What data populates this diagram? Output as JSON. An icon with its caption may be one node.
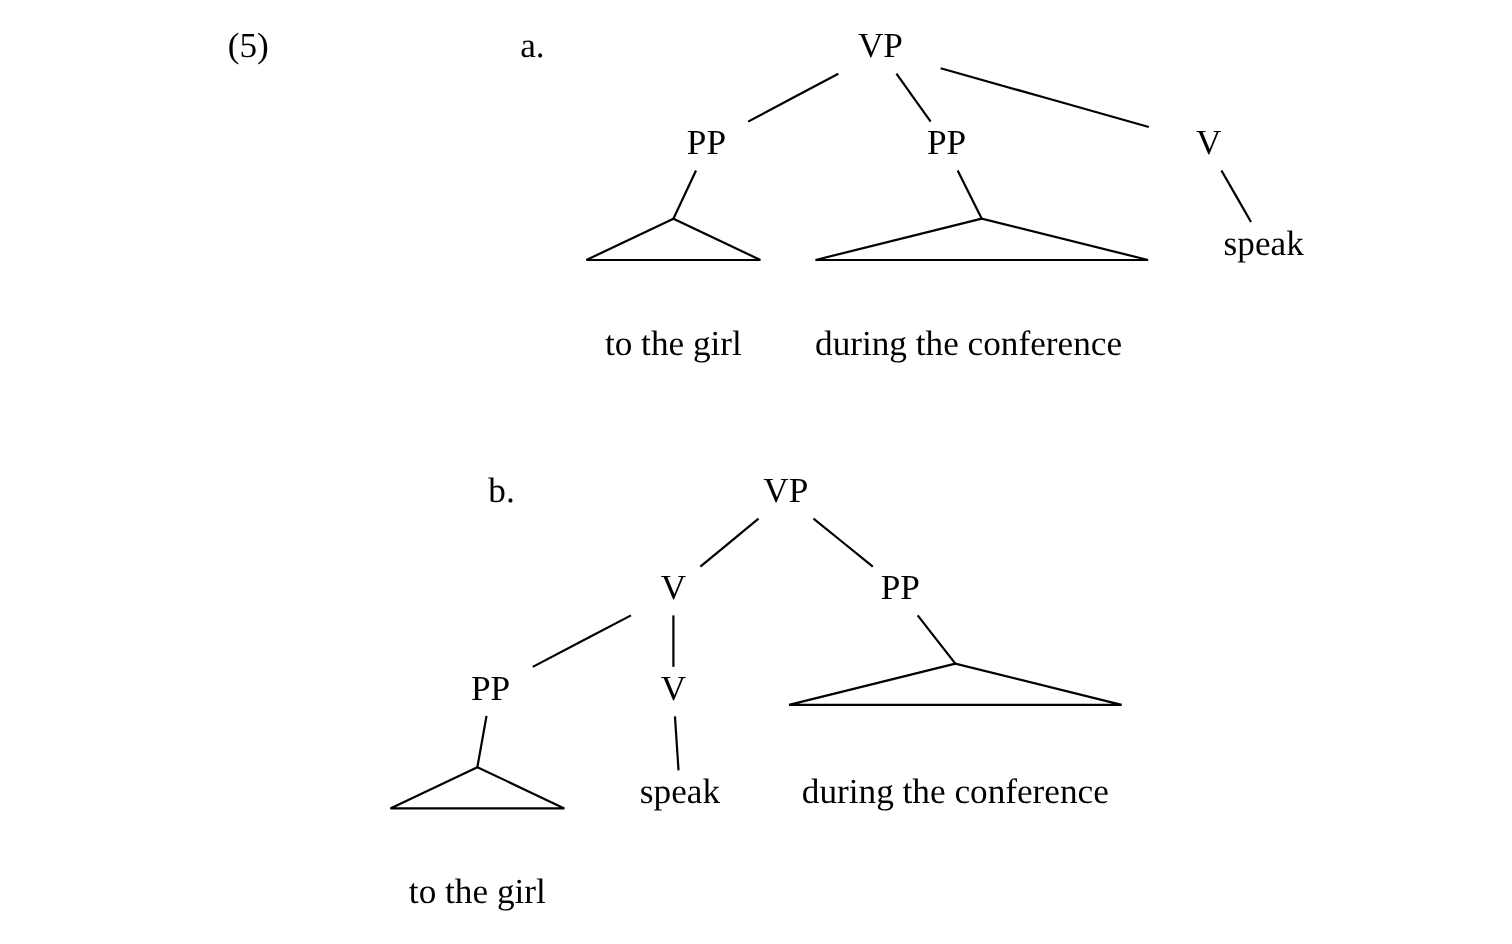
{
  "diagram": {
    "nodes": [
      {
        "text": [
          "VP"
        ]
      },
      {
        "text": [
          "V"
        ]
      },
      {
        "text": [
          "PP"
        ]
      },
      {
        "text": [
          "PP"
        ]
      },
      {
        "text": [
          "speak"
        ]
      },
      {
        "text": [],
        "shape": "triangle",
        "beside": [
          "to the girl"
        ]
      },
      {
        "text": [],
        "shape": "triangle",
        "beside": [
          "during the conference"
        ]
      },
      {
        "text": [
          "VP"
        ]
      },
      {
        "text": [
          "V"
        ]
      },
      {
        "text": [
          "PP"
        ]
      },
      {
        "text": [
          "V"
        ]
      },
      {
        "text": [
          "PP"
        ]
      },
      {
        "text": [],
        "shape": "triangle",
        "beside": [
          "during the conference"
        ]
      },
      {
        "text": [
          "speak"
        ]
      },
      {
        "text": [],
        "shape": "triangle",
        "beside": [
          "to the girl"
        ]
      }
    ],
    "edges": [
      {
        "from": 0,
        "to": 1,
        "arrow": "none"
      },
      {
        "from": 0,
        "to": 2,
        "arrow": "none"
      },
      {
        "from": 0,
        "to": 3,
        "arrow": "none"
      },
      {
        "from": 1,
        "to": 4,
        "arrow": "none"
      },
      {
        "from": 2,
        "to": 5,
        "arrow": "none"
      },
      {
        "from": 3,
        "to": 6,
        "arrow": "none"
      },
      {
        "from": 7,
        "to": 8,
        "arrow": "none"
      },
      {
        "from": 7,
        "to": 9,
        "arrow": "none"
      },
      {
        "from": 8,
        "to": 10,
        "arrow": "none"
      },
      {
        "from": 8,
        "to": 11,
        "arrow": "none"
      },
      {
        "from": 9,
        "to": 12,
        "arrow": "none"
      },
      {
        "from": 10,
        "to": 13,
        "arrow": "none"
      },
      {
        "from": 11,
        "to": 14,
        "arrow": "none"
      }
    ],
    "labels": [
      "(5)",
      "a.",
      "b."
    ]
  }
}
